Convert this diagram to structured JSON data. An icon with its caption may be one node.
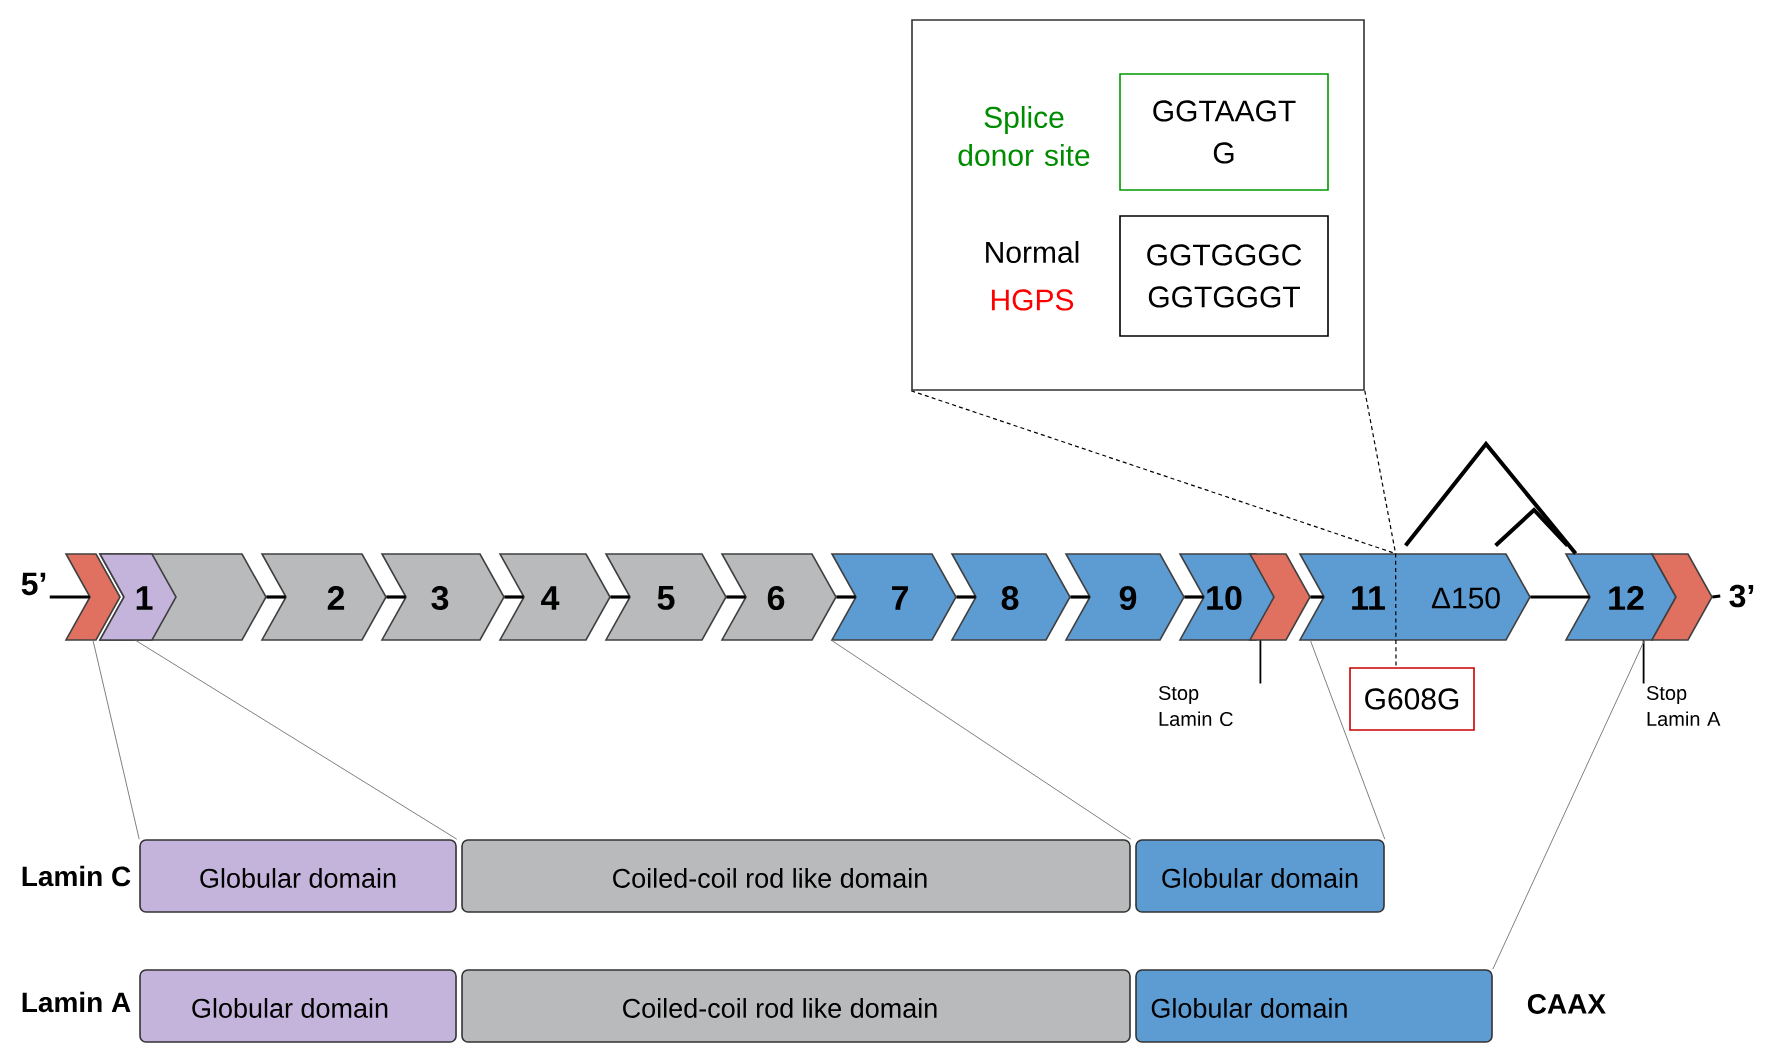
{
  "diagram": {
    "nodes": [
      {
        "text": [],
        "shape": "box"
      },
      {
        "text": [
          "GGTAAGT",
          "G"
        ],
        "in": 0,
        "beside": [
          "Splice donor site"
        ]
      },
      {
        "text": [
          "GGTGGGC",
          "GGTGGGT"
        ],
        "in": 0,
        "beside": [
          "Normal",
          "HGPS"
        ]
      },
      {
        "text": [
          "5’"
        ]
      },
      {
        "text": [],
        "shape": "chevron"
      },
      {
        "text": [
          "1"
        ]
      },
      {
        "text": [
          "2"
        ]
      },
      {
        "text": [
          "3"
        ]
      },
      {
        "text": [
          "4"
        ]
      },
      {
        "text": [
          "5"
        ]
      },
      {
        "text": [
          "6"
        ]
      },
      {
        "text": [
          "7"
        ]
      },
      {
        "text": [
          "8"
        ]
      },
      {
        "text": [
          "9"
        ]
      },
      {
        "text": [
          "10"
        ]
      },
      {
        "text": [],
        "shape": "chevron"
      },
      {
        "text": [
          "11",
          "Δ150"
        ]
      },
      {
        "text": [
          "12"
        ]
      },
      {
        "text": [],
        "shape": "chevron"
      },
      {
        "text": [
          "3’"
        ]
      },
      {
        "text": [
          "Stop Lamin C"
        ]
      },
      {
        "text": [
          "G608G"
        ]
      },
      {
        "text": [
          "Stop Lamin A"
        ]
      },
      {
        "text": [
          "Globular domain"
        ]
      },
      {
        "text": [
          "Coiled-coil rod like domain"
        ]
      },
      {
        "text": [
          "Globular domain"
        ]
      },
      {
        "text": [
          "Globular domain"
        ]
      },
      {
        "text": [
          "Coiled-coil rod like domain"
        ]
      },
      {
        "text": [
          "Globular domain"
        ],
        "beside": [
          "CAAX"
        ]
      }
    ],
    "edges": [
      {
        "from": 3,
        "to": 4,
        "arrow": "none"
      },
      {
        "from": 5,
        "to": 6,
        "arrow": "none"
      },
      {
        "from": 6,
        "to": 7,
        "arrow": "none"
      },
      {
        "from": 7,
        "to": 8,
        "arrow": "none"
      },
      {
        "from": 8,
        "to": 9,
        "arrow": "none"
      },
      {
        "from": 9,
        "to": 10,
        "arrow": "none"
      },
      {
        "from": 10,
        "to": 11,
        "arrow": "none"
      },
      {
        "from": 11,
        "to": 12,
        "arrow": "none"
      },
      {
        "from": 12,
        "to": 13,
        "arrow": "none"
      },
      {
        "from": 13,
        "to": 14,
        "arrow": "none"
      },
      {
        "from": 15,
        "to": 16,
        "arrow": "none"
      },
      {
        "from": 16,
        "to": 17,
        "arrow": "none"
      },
      {
        "from": 18,
        "to": 19,
        "arrow": "none"
      },
      {
        "from": 16,
        "to": 17,
        "arrow": "none"
      },
      {
        "from": 16,
        "to": 17,
        "arrow": "none"
      },
      {
        "from": 0,
        "to": 16,
        "arrow": "none",
        "style": "dashed"
      },
      {
        "from": 0,
        "to": 16,
        "arrow": "none",
        "style": "dashed"
      },
      {
        "from": 16,
        "to": 21,
        "arrow": "none",
        "style": "dashed"
      },
      {
        "from": 20,
        "to": 15,
        "arrow": "none"
      },
      {
        "from": 22,
        "to": 18,
        "arrow": "none"
      },
      {
        "from": 4,
        "to": 23,
        "arrow": "none",
        "color": "#808080"
      },
      {
        "from": 5,
        "to": 23,
        "arrow": "none",
        "color": "#808080"
      },
      {
        "from": 11,
        "to": 24,
        "arrow": "none",
        "color": "#808080"
      },
      {
        "from": 15,
        "to": 25,
        "arrow": "none",
        "color": "#808080"
      },
      {
        "from": 17,
        "to": 28,
        "arrow": "none",
        "color": "#808080"
      }
    ],
    "labels": [
      "Lamin C",
      "Lamin A"
    ]
  }
}
